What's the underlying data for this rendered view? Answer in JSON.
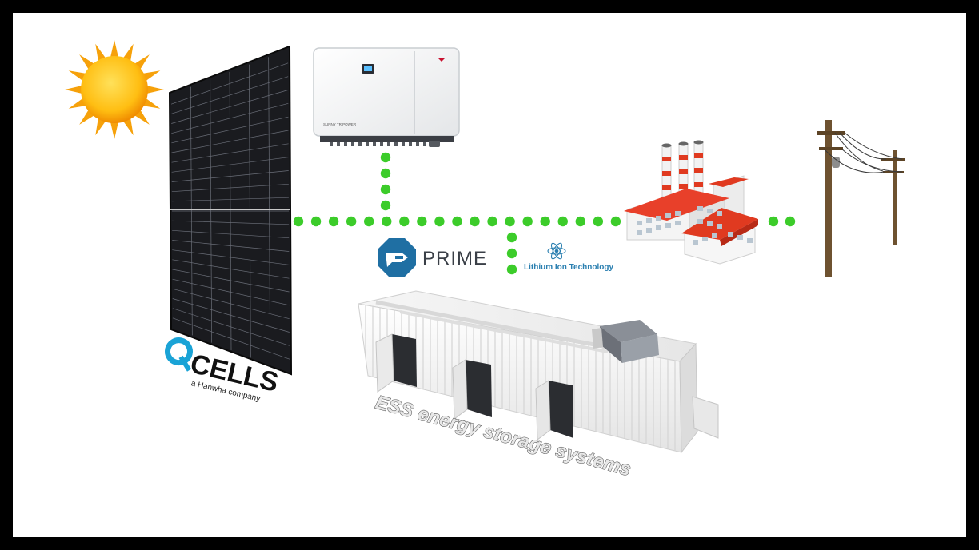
{
  "brands": {
    "qcells_mark": "Q",
    "qcells_word": "CELLS",
    "qcells_tagline": "a Hanwha company",
    "prime": "PRIME",
    "lithium": "Lithium Ion Technology",
    "inverter_label": "SUNNY TRIPOWER"
  },
  "captions": {
    "ess": "ESS energy storage systems"
  },
  "colors": {
    "connection_dots": "#3ccc2a",
    "background": "#ffffff",
    "frame": "#000000",
    "factory_roof": "#e03a20",
    "sun": "#f7a600"
  },
  "icons": [
    "sun-icon",
    "solar-panel-icon",
    "inverter-icon",
    "factory-icon",
    "power-pole-icon",
    "battery-container-icon"
  ]
}
